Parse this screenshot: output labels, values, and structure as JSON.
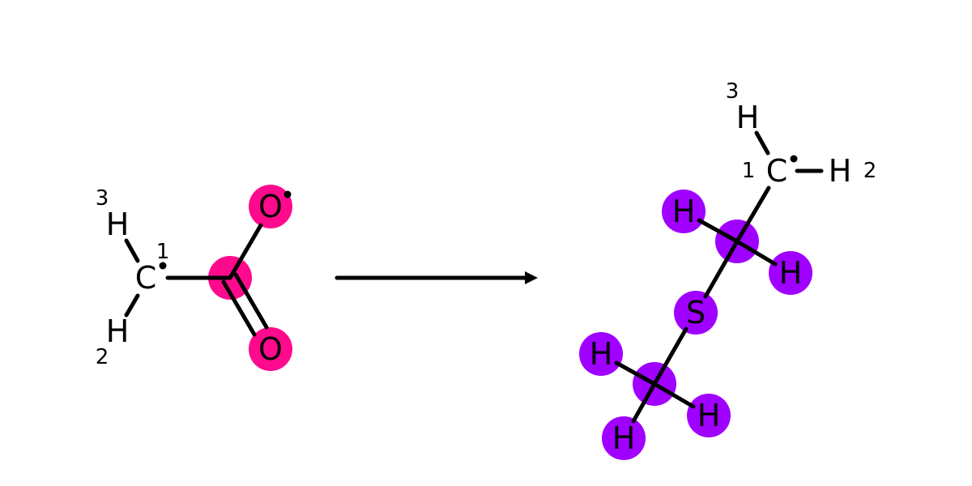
{
  "colors": {
    "reactant_highlight": "#ff0a8c",
    "product_highlight": "#a000ff",
    "ink": "#000000",
    "background": "#ffffff"
  },
  "reactant": {
    "atoms": {
      "c1": {
        "symbol": "C",
        "map": "1",
        "radical": true
      },
      "h2": {
        "symbol": "H",
        "map": "2"
      },
      "h3": {
        "symbol": "H",
        "map": "3"
      },
      "carbonyl_c": {
        "symbol": ""
      },
      "o_radical": {
        "symbol": "O",
        "radical": true
      },
      "o_double": {
        "symbol": "O"
      }
    }
  },
  "arrow": {
    "direction": "right"
  },
  "product": {
    "atoms": {
      "c1": {
        "symbol": "C",
        "map": "1",
        "radical": true
      },
      "h2": {
        "symbol": "H",
        "map": "2"
      },
      "h3": {
        "symbol": "H",
        "map": "3"
      },
      "ch2_c": {
        "symbol": ""
      },
      "ch2_h_upper": {
        "symbol": "H"
      },
      "ch2_h_lower": {
        "symbol": "H"
      },
      "s": {
        "symbol": "S"
      },
      "ch3_c": {
        "symbol": ""
      },
      "ch3_h_left": {
        "symbol": "H"
      },
      "ch3_h_right": {
        "symbol": "H"
      },
      "ch3_h_bottom": {
        "symbol": "H"
      }
    }
  }
}
